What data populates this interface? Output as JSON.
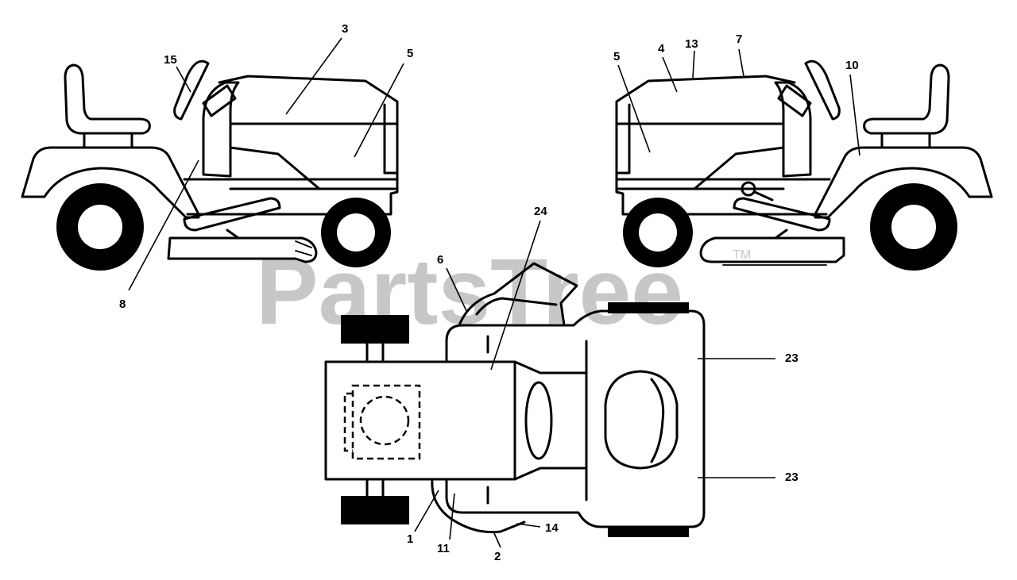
{
  "watermark": {
    "brand": "PartsTree",
    "tm": "TM"
  },
  "callouts": {
    "c1": "1",
    "c2": "2",
    "c3": "3",
    "c4": "4",
    "c5_left": "5",
    "c5_right": "5",
    "c6": "6",
    "c7": "7",
    "c8": "8",
    "c10": "10",
    "c11": "11",
    "c13": "13",
    "c14": "14",
    "c15": "15",
    "c23_top": "23",
    "c23_bottom": "23",
    "c24": "24"
  }
}
